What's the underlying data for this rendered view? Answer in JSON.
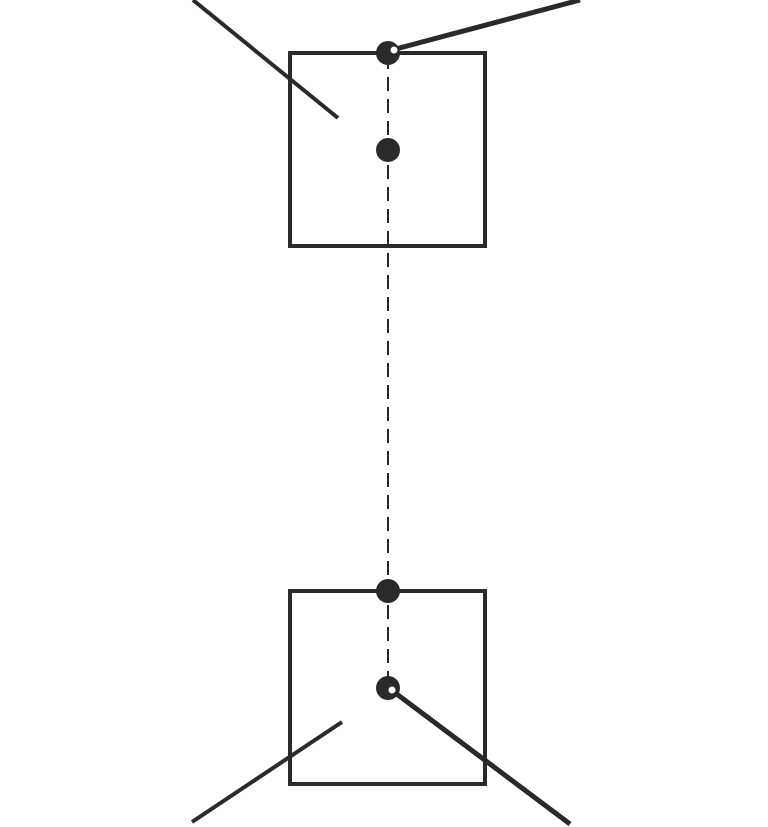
{
  "diagram": {
    "colors": {
      "stroke": "#2a2a2a",
      "background": "#ffffff"
    },
    "elements": [
      {
        "kind": "box",
        "name": "top-square-box"
      },
      {
        "kind": "box",
        "name": "bottom-square-box"
      },
      {
        "kind": "axis",
        "name": "dashed-center-axis",
        "style": "dashed"
      },
      {
        "kind": "point",
        "name": "top-edge-point"
      },
      {
        "kind": "point",
        "name": "top-center-point"
      },
      {
        "kind": "point",
        "name": "bottom-edge-point"
      },
      {
        "kind": "point",
        "name": "bottom-center-point"
      },
      {
        "kind": "leader",
        "name": "top-left-leader-line"
      },
      {
        "kind": "leader",
        "name": "top-right-leader-line"
      },
      {
        "kind": "leader",
        "name": "bottom-left-leader-line"
      },
      {
        "kind": "leader",
        "name": "bottom-right-leader-line"
      }
    ]
  }
}
